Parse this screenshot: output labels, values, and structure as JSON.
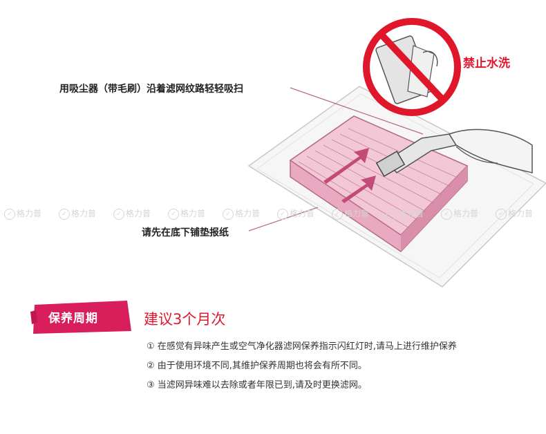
{
  "labels": {
    "vacuum": "用吸尘器（带毛刷）沿着滤网纹路轻轻吸扫",
    "paper": "请先在底下铺垫报纸",
    "no_wash": "禁止水洗"
  },
  "watermark": {
    "text": "格力普",
    "repeat": 10
  },
  "maintenance": {
    "badge": "保养周期",
    "headline": "建议3个月次",
    "tips": [
      "① 在感觉有异味产生或空气净化器滤网保养指示闪红灯时,请马上进行维护保养",
      "② 由于使用环境不同,其维护保养周期也将会有所不同。",
      "③ 当滤网异味难以去除或者年限已到,请及时更换滤网。"
    ]
  },
  "colors": {
    "accent_red": "#e0162b",
    "badge": "#d81e5b",
    "filter_pink": "#f2c8d6"
  },
  "icons": [
    "no-water-wash-icon",
    "vacuum-brush-icon",
    "arrow-up-icon"
  ]
}
